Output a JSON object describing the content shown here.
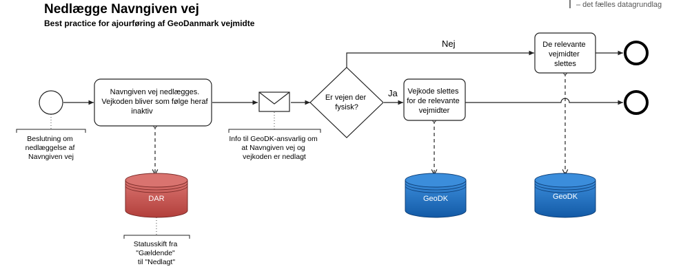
{
  "header": {
    "title": "Nedlægge Navngiven vej",
    "subtitle": "Best practice  for ajourføring af GeoDanmark vejmidte",
    "brand_tagline": "– det fælles datagrundlag"
  },
  "diagram": {
    "start_annotation": [
      "Beslutning om",
      "nedlæggelse af",
      "Navngiven vej"
    ],
    "task_nedlaeg": [
      "Navngiven vej nedlægges.",
      "Vejkoden bliver som følge heraf",
      "inaktiv"
    ],
    "message_annotation": [
      "Info til GeoDK-ansvarlig om",
      "at Navngiven vej og",
      "vejkoden er nedlagt"
    ],
    "gateway": [
      "Er vejen der",
      "fysisk?"
    ],
    "label_ja": "Ja",
    "label_nej": "Nej",
    "task_vejkode": [
      "Vejkode slettes",
      "for de relevante",
      "vejmidter"
    ],
    "task_slet": [
      "De relevante",
      "vejmidter",
      "slettes"
    ],
    "db_dar": "DAR",
    "db_geodk_1": "GeoDK",
    "db_geodk_2": "GeoDK",
    "dar_annotation": [
      "Statusskift fra",
      "\"Gældende\"",
      "til \"Nedlagt\""
    ],
    "colors": {
      "dar": "#c0504d",
      "geodk": "#1f6fc5",
      "line": "#222222"
    }
  }
}
